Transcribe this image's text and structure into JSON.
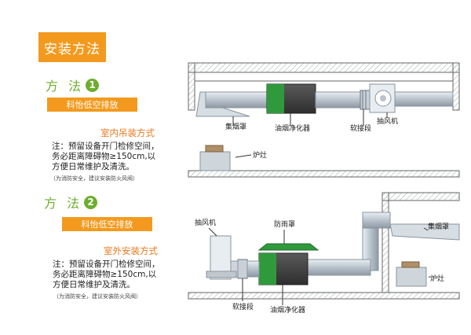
{
  "section_title": "安装方法",
  "method1": {
    "label": "方 法",
    "number": "1",
    "tag": "科怡低空排放",
    "subtitle": "室内吊装方式",
    "note_lines": [
      "注：预留设备开门检修空间，",
      "务必距离障碍物≥150cm,以",
      "方便日常维护及清洗。"
    ],
    "small_note": "（为消防安全，建议安装防火风阀）",
    "labels": {
      "hood": "集烟罩",
      "purifier": "油烟净化器",
      "flex": "软接段",
      "fan": "抽风机",
      "stove": "炉灶"
    }
  },
  "method2": {
    "label": "方 法",
    "number": "2",
    "tag": "科怡低空排放",
    "subtitle": "室外安装方式",
    "note_lines": [
      "注：预留设备开门检修空间，",
      "务必距离障碍物≥150cm,以",
      "方便日常维护及清洗。"
    ],
    "small_note": "（为消防安全，建议安装防火风阀）",
    "labels": {
      "fan": "抽风机",
      "rain_cover": "防雨罩",
      "hood": "集烟罩",
      "stove": "炉灶",
      "flex": "软接段",
      "purifier": "油烟净化器"
    }
  },
  "colors": {
    "orange": "#f39a1e",
    "green": "#6cae2f",
    "device_green": "#2f9a3c"
  }
}
